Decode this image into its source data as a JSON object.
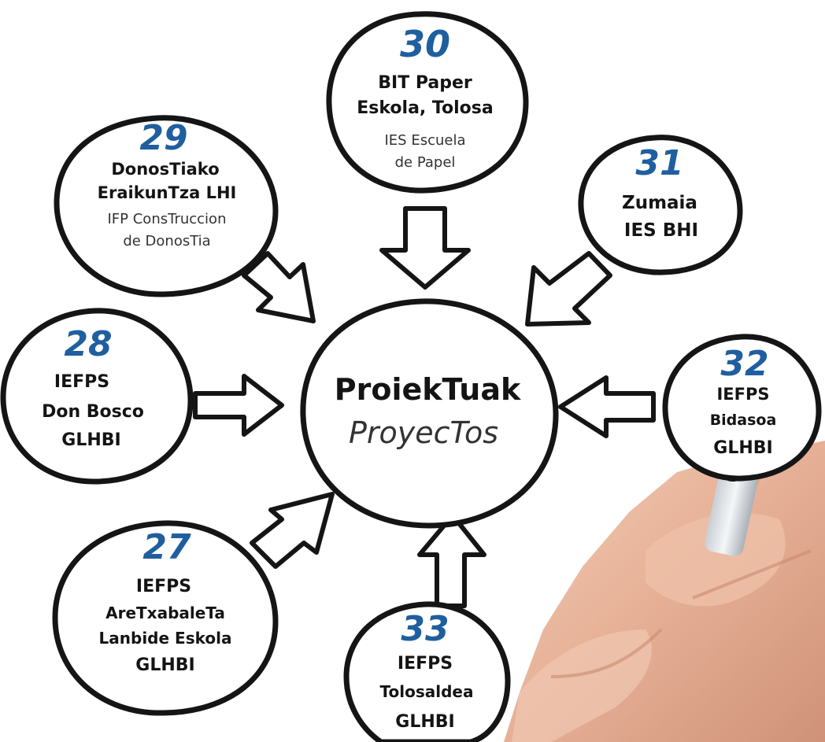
{
  "center": {
    "title": "ProiekTuak",
    "subtitle": "ProyecTos"
  },
  "nodes": [
    {
      "id": "29",
      "number": "29",
      "lines": [
        "DonosTiako",
        "EraikunTza LHI"
      ],
      "sub": [
        "IFP ConsTruccion",
        "de DonosTia"
      ]
    },
    {
      "id": "30",
      "number": "30",
      "lines": [
        "BIT Paper",
        "Eskola, Tolosa"
      ],
      "sub": [
        "IES Escuela",
        "de Papel"
      ]
    },
    {
      "id": "31",
      "number": "31",
      "lines": [
        "Zumaia",
        "IES BHI"
      ],
      "sub": []
    },
    {
      "id": "28",
      "number": "28",
      "lines": [
        "IEFPS",
        "Don Bosco",
        "GLHBI"
      ],
      "sub": []
    },
    {
      "id": "32",
      "number": "32",
      "lines": [
        "IEFPS",
        "Bidasoa",
        "GLHBI"
      ],
      "sub": []
    },
    {
      "id": "27",
      "number": "27",
      "lines": [
        "IEFPS",
        "AreTxabaleTa",
        "Lanbide Eskola",
        "GLHBI"
      ],
      "sub": []
    },
    {
      "id": "33",
      "number": "33",
      "lines": [
        "IEFPS",
        "Tolosaldea",
        "GLHBI"
      ],
      "sub": []
    }
  ],
  "colors": {
    "number": "#1f5f9f",
    "ink": "#151515",
    "skin": "#e9b9a0"
  }
}
